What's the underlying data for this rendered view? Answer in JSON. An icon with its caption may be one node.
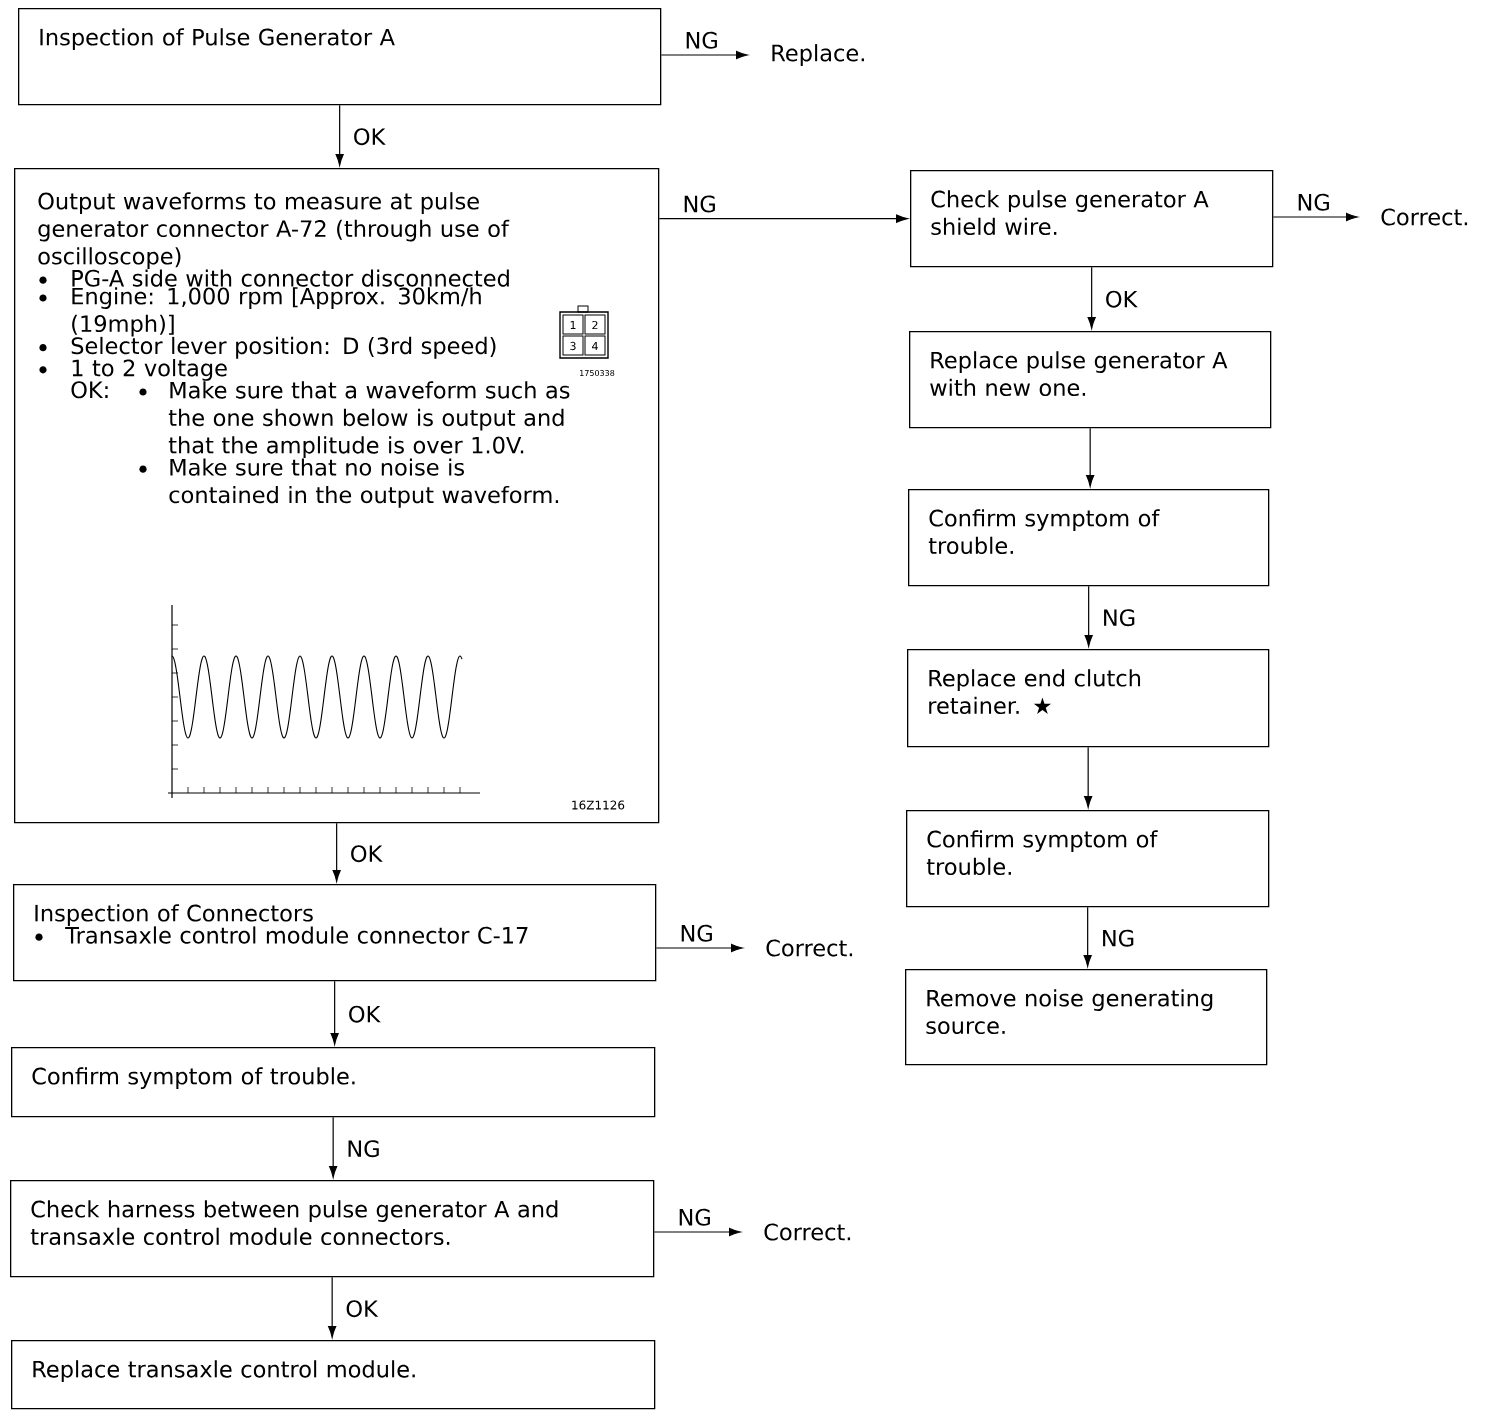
{
  "diagram": {
    "nodes": [
      {
        "text": [
          "Inspection of Pulse Generator A"
        ]
      },
      {
        "text": [
          "Replace."
        ]
      },
      {
        "text": [
          "Output waveforms to measure at pulse generator connector A-72 (through use of oscilloscope)",
          "PG-A side with connector disconnected",
          "Engine: 1,000 rpm [Approx. 30km/h (19mph)]",
          "Selector lever position: D (3rd speed)",
          "1 to 2 voltage",
          "OK:",
          "Make sure that a waveform such as the one shown below is output and that the amplitude is over 1.0V.",
          "Make sure that no noise is contained in the output waveform."
        ]
      },
      {
        "text": [
          "Check pulse generator A shield wire."
        ]
      },
      {
        "text": [
          "Correct."
        ]
      },
      {
        "text": [
          "Replace pulse generator A with new one."
        ]
      },
      {
        "text": [
          "Confirm symptom of trouble."
        ]
      },
      {
        "text": [
          "Replace end clutch retainer. ★"
        ]
      },
      {
        "text": [
          "Confirm symptom of trouble."
        ]
      },
      {
        "text": [
          "Remove noise generating source."
        ]
      },
      {
        "text": [
          "Inspection of Connectors",
          "Transaxle control module connector C-17"
        ]
      },
      {
        "text": [
          "Correct."
        ]
      },
      {
        "text": [
          "Confirm symptom of trouble."
        ]
      },
      {
        "text": [
          "Check harness between pulse generator A and transaxle control module connectors."
        ]
      },
      {
        "text": [
          "Correct."
        ]
      },
      {
        "text": [
          "Replace transaxle control module."
        ]
      }
    ],
    "edges": [
      {
        "from": 0,
        "to": 1,
        "arrow": "to",
        "label": "NG"
      },
      {
        "from": 0,
        "to": 2,
        "arrow": "to",
        "label": "OK"
      },
      {
        "from": 2,
        "to": 3,
        "arrow": "to",
        "label": "NG"
      },
      {
        "from": 3,
        "to": 4,
        "arrow": "to",
        "label": "NG"
      },
      {
        "from": 3,
        "to": 5,
        "arrow": "to",
        "label": "OK"
      },
      {
        "from": 5,
        "to": 6,
        "arrow": "to"
      },
      {
        "from": 6,
        "to": 7,
        "arrow": "to",
        "label": "NG"
      },
      {
        "from": 7,
        "to": 8,
        "arrow": "to"
      },
      {
        "from": 8,
        "to": 9,
        "arrow": "to",
        "label": "NG"
      },
      {
        "from": 2,
        "to": 10,
        "arrow": "to",
        "label": "OK"
      },
      {
        "from": 10,
        "to": 11,
        "arrow": "to",
        "label": "NG"
      },
      {
        "from": 10,
        "to": 12,
        "arrow": "to",
        "label": "OK"
      },
      {
        "from": 12,
        "to": 13,
        "arrow": "to",
        "label": "NG"
      },
      {
        "from": 13,
        "to": 14,
        "arrow": "to",
        "label": "NG"
      },
      {
        "from": 13,
        "to": 15,
        "arrow": "to",
        "label": "OK"
      }
    ],
    "labels": [
      "1",
      "2",
      "3",
      "4",
      "1750338",
      "16Z1126"
    ]
  }
}
